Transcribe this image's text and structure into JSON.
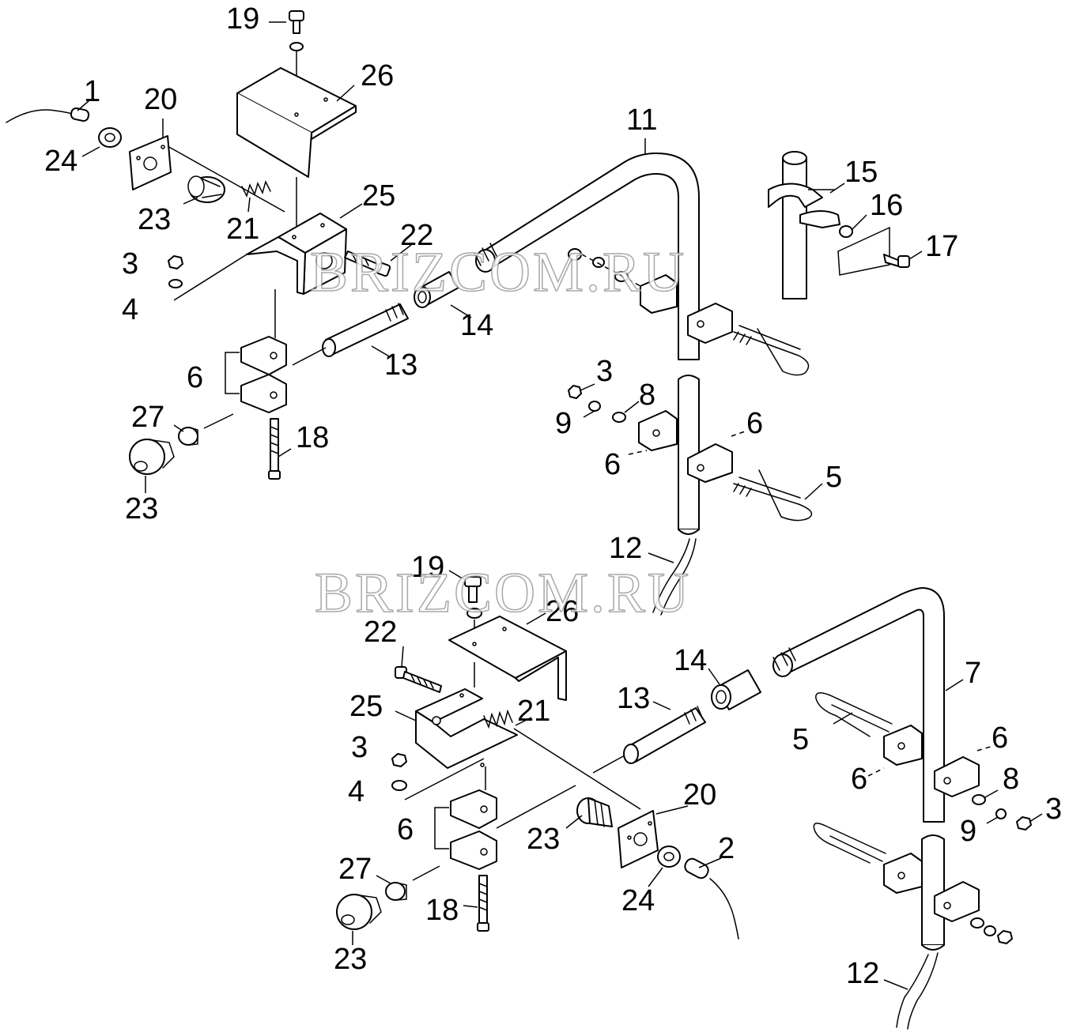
{
  "labels": {
    "top": {
      "l1": "1",
      "l24": "24",
      "l20": "20",
      "l23a": "23",
      "l21": "21",
      "l19": "19",
      "l26": "26",
      "l25": "25",
      "l22": "22",
      "l3a": "3",
      "l4": "4",
      "l14": "14",
      "l13": "13",
      "l6a": "6",
      "l27": "27",
      "l23b": "23",
      "l18": "18",
      "l11": "11",
      "l15": "15",
      "l16": "16",
      "l17": "17",
      "l3b": "3",
      "l9": "9",
      "l8": "8",
      "l6b": "6",
      "l6c": "6",
      "l5": "5",
      "l12": "12"
    },
    "bottom": {
      "l19": "19",
      "l26": "26",
      "l22": "22",
      "l25": "25",
      "l21": "21",
      "l3a": "3",
      "l4": "4",
      "l6a": "6",
      "l27": "27",
      "l23a": "23",
      "l18": "18",
      "l23b": "23",
      "l20": "20",
      "l2": "2",
      "l24": "24",
      "l13": "13",
      "l14": "14",
      "l7": "7",
      "l5": "5",
      "l6b": "6",
      "l6c": "6",
      "l8": "8",
      "l9": "9",
      "l3b": "3",
      "l12": "12"
    }
  },
  "watermark": "BRIZCOM.RU"
}
